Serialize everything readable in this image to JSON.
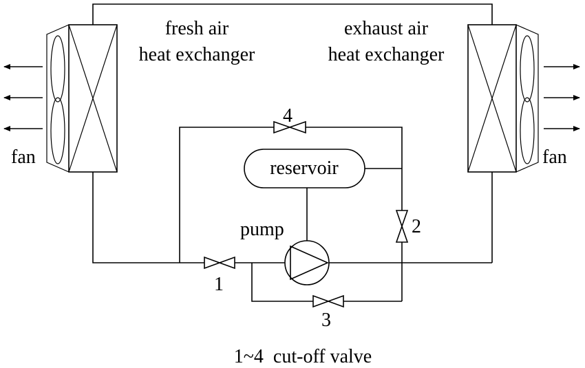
{
  "labels": {
    "fresh_air_line1": "fresh air",
    "fresh_air_line2": "heat exchanger",
    "exhaust_air_line1": "exhaust air",
    "exhaust_air_line2": "heat exchanger",
    "fan_left": "fan",
    "fan_right": "fan",
    "reservoir": "reservoir",
    "pump": "pump",
    "valve_1": "1",
    "valve_2": "2",
    "valve_3": "3",
    "valve_4": "4",
    "caption": "1~4  cut-off valve"
  }
}
